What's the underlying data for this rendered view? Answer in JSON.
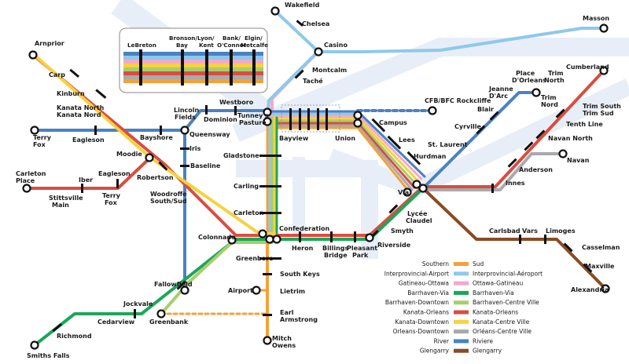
{
  "colors": {
    "southern": "#f4a13b",
    "interprovincial_airport": "#8ec9ea",
    "gatineau_ottawa": "#f2a9c9",
    "barrhaven_via": "#1fa55a",
    "barrhaven_downtown": "#a6cf6d",
    "kanata_orleans": "#d94d41",
    "kanata_downtown": "#f6d23f",
    "orleans_downtown": "#a9a9ab",
    "river": "#4a82c3",
    "glengarry": "#8a4b24",
    "background_band": "#e8eef8"
  },
  "stations": {
    "wakefield": "Wakefield",
    "chelsea": "Chelsea",
    "casino": "Casino",
    "masson": "Masson",
    "montcalm": "Montcalm",
    "tache": "Taché",
    "arnprior": "Arnprior",
    "carp": "Carp",
    "kinburn": "Kinburn",
    "kanata_north": "Kanata North",
    "kanata_nord": "Kanata Nord",
    "westboro": "Westboro",
    "lincoln_fields_1": "Lincoln",
    "lincoln_fields_2": "Fields",
    "dominion": "Dominion",
    "tunneys_1": "Tunney's",
    "tunneys_2": "Pasture",
    "cfb_rockcliffe": "CFB/BFC Rockcliffe",
    "place_orleans_1": "Place",
    "place_orleans_2": "D'Orleans",
    "trim_north_1": "Trim",
    "trim_north_2": "North",
    "trim_nord_1": "Trim",
    "trim_nord_2": "Nord",
    "cumberland": "Cumberland",
    "jeanne_darc_1": "Jeanne",
    "jeanne_darc_2": "D'Arc",
    "blair": "Blair",
    "trim_south": "Trim South",
    "trim_sud": "Trim Sud",
    "tenth_line": "Tenth Line",
    "navan_north": "Navan North",
    "navan": "Navan",
    "anderson": "Anderson",
    "innes": "Innes",
    "terry_fox_1": "Terry",
    "terry_fox_2": "Fox",
    "eagleson": "Eagleson",
    "bayshore": "Bayshore",
    "queensway": "Queensway",
    "iris": "Iris",
    "baseline": "Baseline",
    "moodie": "Moodie",
    "robertson": "Robertson",
    "woodroffe_1": "Woodroffe",
    "woodroffe_2": "South/Sud",
    "carleton_place_1": "Carleton",
    "carleton_place_2": "Place",
    "stittsville_1": "Stittsville",
    "stittsville_2": "Main",
    "iber": "Iber",
    "eagleson2": "Eagleson",
    "terry_fox2_1": "Terry",
    "terry_fox2_2": "Fox",
    "gladstone": "Gladstone",
    "carling": "Carling",
    "carleton": "Carleton",
    "bayview": "Bayview",
    "union": "Union",
    "campus": "Campus",
    "lees": "Lees",
    "hurdman": "Hurdman",
    "st_laurent": "St. Laurent",
    "cyrville": "Cyrville",
    "via": "Via",
    "lycee_1": "Lycée",
    "lycee_2": "Claudel",
    "smyth": "Smyth",
    "riverside": "Riverside",
    "confederation": "Confederation",
    "heron": "Heron",
    "billings_1": "Billings",
    "billings_2": "Bridge",
    "pleasant_1": "Pleasant",
    "pleasant_2": "Park",
    "colonnade": "Colonnade",
    "greenboro": "Greenboro",
    "south_keys": "South Keys",
    "airport": "Airport",
    "lietrim": "Lietrim",
    "earl_1": "Earl",
    "earl_2": "Armstrong",
    "mitch_1": "Mitch",
    "mitch_2": "Owens",
    "fallowfield": "Fallowfield",
    "jockvale": "Jockvale",
    "cedarview": "Cedarview",
    "greenbank": "Greenbank",
    "richmond": "Richmond",
    "smiths_falls": "Smiths Falls",
    "carlsbad": "Carlsbad",
    "vars": "Vars",
    "limoges": "Limoges",
    "casselman": "Casselman",
    "maxville": "Maxville",
    "alexandria": "Alexandria"
  },
  "inset": {
    "lebreton": "LeBreton",
    "bronson_1": "Bronson/",
    "bronson_2": "Bay",
    "lyon_1": "Lyon/",
    "lyon_2": "Kent",
    "bank_1": "Bank/",
    "bank_2": "O'Connor",
    "elgin_1": "Elgin/",
    "elgin_2": "Metcalfe"
  },
  "legend": [
    {
      "en": "Southern",
      "fr": "Sud",
      "color": "#f4a13b"
    },
    {
      "en": "Interprovincial-Airport",
      "fr": "Interprovincial-Aéroport",
      "color": "#8ec9ea"
    },
    {
      "en": "Gatineau-Ottawa",
      "fr": "Ottawa-Gatineau",
      "color": "#f2a9c9"
    },
    {
      "en": "Barrhaven-Via",
      "fr": "Barrhaven-Via",
      "color": "#1fa55a"
    },
    {
      "en": "Barrhaven-Downtown",
      "fr": "Barrhaven-Centre Ville",
      "color": "#a6cf6d"
    },
    {
      "en": "Kanata-Orleans",
      "fr": "Kanata-Orleans",
      "color": "#d94d41"
    },
    {
      "en": "Kanata-Downtown",
      "fr": "Kanata-Centre Ville",
      "color": "#f6d23f"
    },
    {
      "en": "Orleans-Downtown",
      "fr": "Orléans-Centre Ville",
      "color": "#a9a9ab"
    },
    {
      "en": "River",
      "fr": "Riviere",
      "color": "#4a82c3"
    },
    {
      "en": "Glengarry",
      "fr": "Glengarry",
      "color": "#8a4b24"
    }
  ]
}
